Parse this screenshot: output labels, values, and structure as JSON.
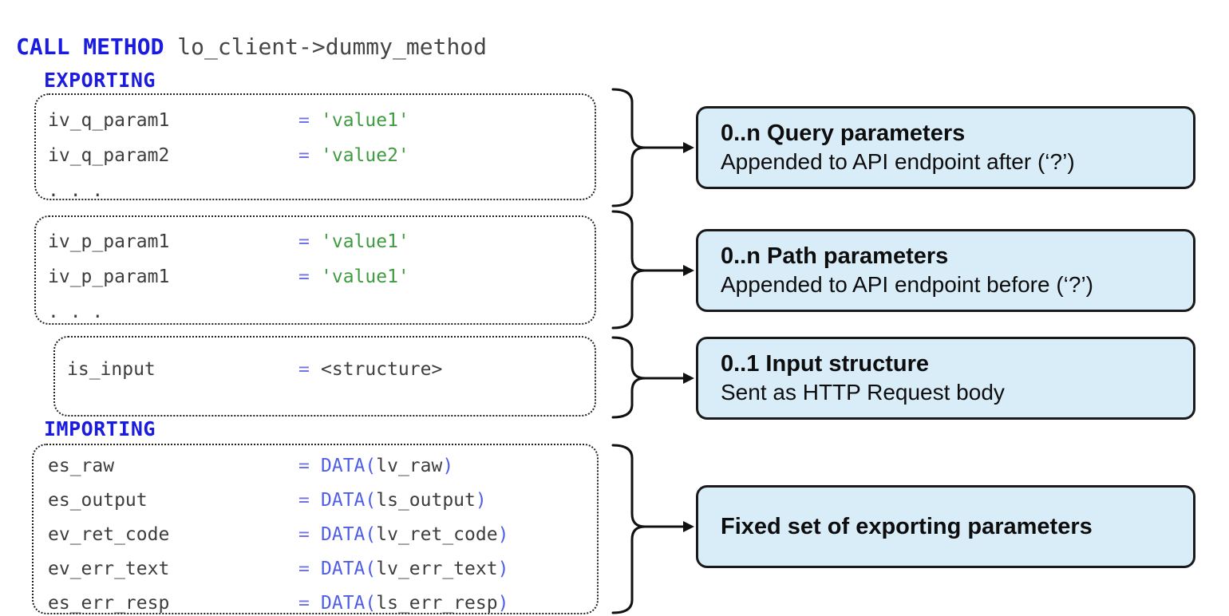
{
  "colors": {
    "keyword_blue": "#1b1be0",
    "operator_blue": "#7272e8",
    "data_keyword_blue": "#4f5ee4",
    "identifier_gray": "#3d3d3d",
    "string_green": "#3f9b3f",
    "annotation_background": "#d9edf9",
    "annotation_border": "#1a1a1a"
  },
  "code": {
    "call_keyword": "CALL METHOD",
    "call_target": " lo_client->dummy_method",
    "exporting_label": "EXPORTING",
    "importing_label": "IMPORTING",
    "groups": [
      {
        "name": "query-parameters",
        "lines": [
          {
            "name": "iv_q_param1",
            "op": "=",
            "tokens": [
              {
                "text": "'value1'",
                "style": "str"
              }
            ]
          },
          {
            "name": "iv_q_param2",
            "op": "=",
            "tokens": [
              {
                "text": "'value2'",
                "style": "str"
              }
            ]
          },
          {
            "name": ". . .",
            "op": "",
            "tokens": []
          }
        ]
      },
      {
        "name": "path-parameters",
        "lines": [
          {
            "name": "iv_p_param1",
            "op": "=",
            "tokens": [
              {
                "text": "'value1'",
                "style": "str"
              }
            ]
          },
          {
            "name": "iv_p_param1",
            "op": "=",
            "tokens": [
              {
                "text": "'value1'",
                "style": "str"
              }
            ]
          },
          {
            "name": ". . .",
            "op": "",
            "tokens": []
          }
        ]
      },
      {
        "name": "input-structure",
        "lines": [
          {
            "name": "is_input",
            "op": "=",
            "tokens": [
              {
                "text": "<structure>",
                "style": "id"
              }
            ]
          }
        ]
      },
      {
        "name": "importing-parameters",
        "lines": [
          {
            "name": "es_raw",
            "op": "=",
            "tokens": [
              {
                "text": "DATA(",
                "style": "kw2"
              },
              {
                "text": "lv_raw",
                "style": "id"
              },
              {
                "text": ")",
                "style": "kw2"
              }
            ]
          },
          {
            "name": "es_output",
            "op": "=",
            "tokens": [
              {
                "text": "DATA(",
                "style": "kw2"
              },
              {
                "text": "ls_output",
                "style": "id"
              },
              {
                "text": ")",
                "style": "kw2"
              }
            ]
          },
          {
            "name": "ev_ret_code",
            "op": "=",
            "tokens": [
              {
                "text": "DATA(",
                "style": "kw2"
              },
              {
                "text": "lv_ret_code",
                "style": "id"
              },
              {
                "text": ")",
                "style": "kw2"
              }
            ]
          },
          {
            "name": "ev_err_text",
            "op": "=",
            "tokens": [
              {
                "text": "DATA(",
                "style": "kw2"
              },
              {
                "text": "lv_err_text",
                "style": "id"
              },
              {
                "text": ")",
                "style": "kw2"
              }
            ]
          },
          {
            "name": "es_err_resp",
            "op": "=",
            "tokens": [
              {
                "text": "DATA(",
                "style": "kw2"
              },
              {
                "text": "ls_err_resp",
                "style": "id"
              },
              {
                "text": ")",
                "style": "kw2"
              }
            ]
          }
        ]
      }
    ]
  },
  "annotations": [
    {
      "title": "0..n Query parameters",
      "subtitle": "Appended to API endpoint after (‘?’)"
    },
    {
      "title": "0..n Path parameters",
      "subtitle": "Appended to API endpoint before (‘?’)"
    },
    {
      "title": "0..1 Input structure",
      "subtitle": "Sent as HTTP Request body"
    },
    {
      "title": "Fixed set of exporting parameters",
      "subtitle": ""
    }
  ]
}
